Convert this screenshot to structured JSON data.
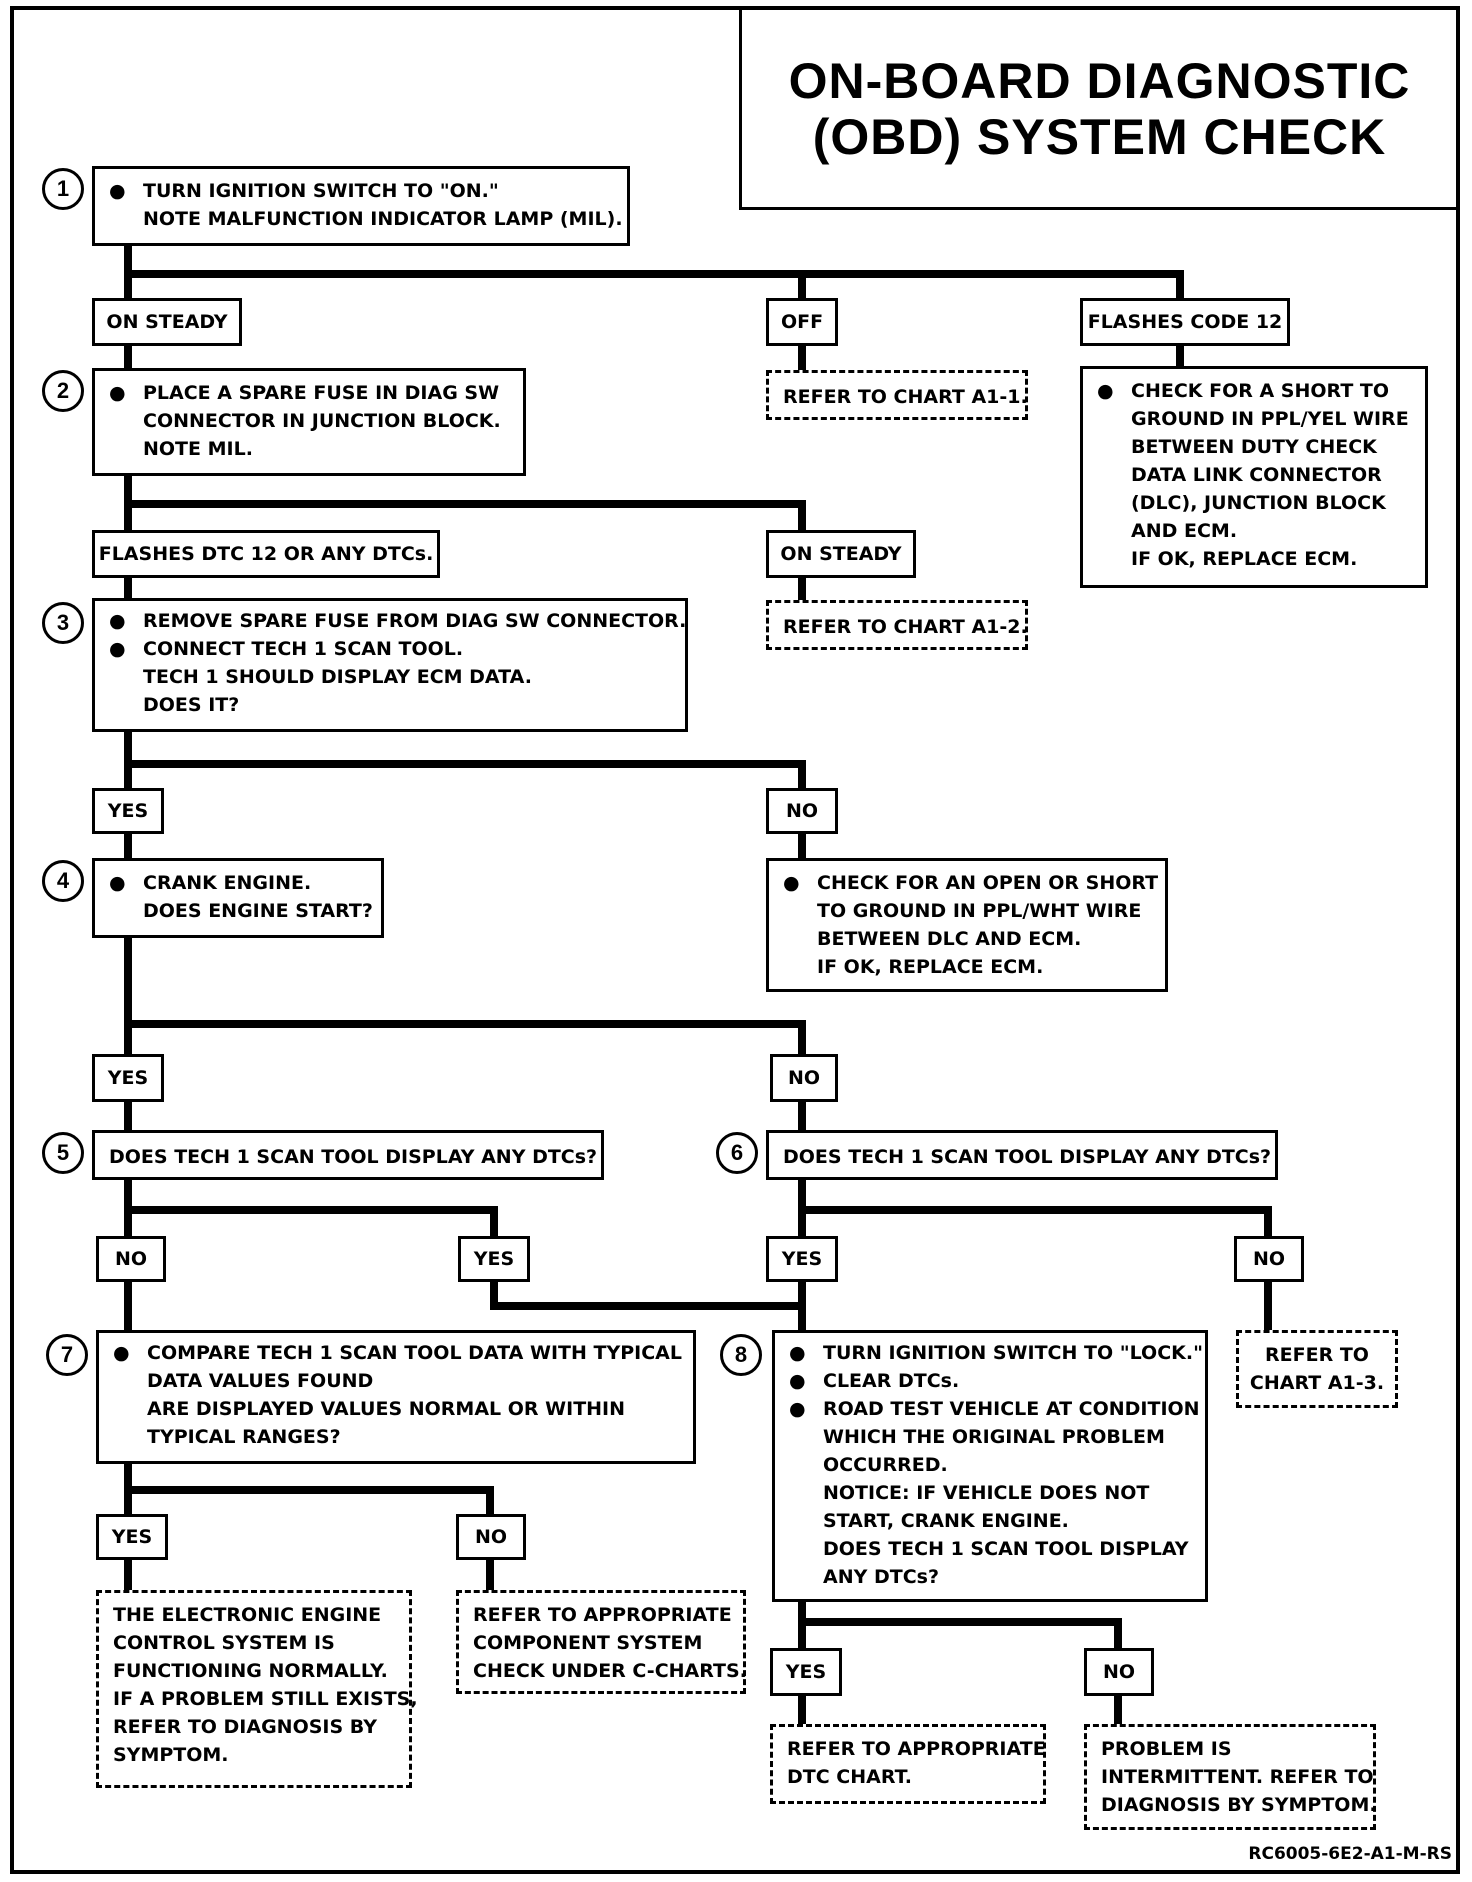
{
  "title": {
    "line1": "ON-BOARD DIAGNOSTIC",
    "line2": "(OBD) SYSTEM CHECK"
  },
  "steps": {
    "s1": {
      "num": "1",
      "lines": [
        "TURN IGNITION SWITCH TO \"ON.\"",
        "NOTE MALFUNCTION INDICATOR LAMP (MIL)."
      ]
    },
    "s2": {
      "num": "2",
      "lines": [
        "PLACE A SPARE FUSE IN DIAG SW",
        "CONNECTOR IN JUNCTION BLOCK.",
        "NOTE MIL."
      ]
    },
    "s3": {
      "num": "3",
      "lines": [
        "REMOVE SPARE FUSE FROM DIAG SW CONNECTOR.",
        "CONNECT TECH 1 SCAN TOOL.",
        "TECH 1 SHOULD DISPLAY ECM DATA.",
        "DOES IT?"
      ]
    },
    "s4": {
      "num": "4",
      "lines": [
        "CRANK ENGINE.",
        "DOES ENGINE START?"
      ]
    },
    "s5": {
      "num": "5",
      "text": "DOES TECH 1 SCAN TOOL DISPLAY ANY DTCs?"
    },
    "s6": {
      "num": "6",
      "text": "DOES TECH 1 SCAN TOOL DISPLAY ANY DTCs?"
    },
    "s7": {
      "num": "7",
      "lines": [
        "COMPARE TECH 1 SCAN TOOL DATA WITH TYPICAL",
        "DATA VALUES FOUND",
        "ARE DISPLAYED VALUES NORMAL OR WITHIN",
        "TYPICAL RANGES?"
      ]
    },
    "s8": {
      "num": "8",
      "lines": [
        "TURN IGNITION SWITCH TO \"LOCK.\"",
        "CLEAR DTCs.",
        "ROAD TEST VEHICLE AT CONDITION",
        "WHICH THE ORIGINAL PROBLEM",
        "OCCURRED.",
        "NOTICE:  IF VEHICLE DOES NOT",
        "START, CRANK ENGINE.",
        "DOES TECH 1 SCAN TOOL DISPLAY",
        "ANY DTCs?"
      ]
    }
  },
  "branches": {
    "on_steady_1": "ON STEADY",
    "off": "OFF",
    "flashes_code_12": "FLASHES CODE 12",
    "flashes_dtc": "FLASHES DTC 12 OR ANY DTCs.",
    "on_steady_2": "ON STEADY",
    "yes_3": "YES",
    "no_3": "NO",
    "yes_4": "YES",
    "no_4": "NO",
    "no_5": "NO",
    "yes_5": "YES",
    "yes_6": "YES",
    "no_6": "NO",
    "yes_7": "YES",
    "no_7": "NO",
    "yes_8": "YES",
    "no_8": "NO"
  },
  "results": {
    "chart_a1_1": "REFER TO CHART A1-1.",
    "short_ppl_yel": [
      "CHECK FOR A SHORT TO",
      "GROUND IN PPL/YEL WIRE",
      "BETWEEN DUTY CHECK",
      "DATA LINK CONNECTOR",
      "(DLC), JUNCTION BLOCK",
      "AND ECM.",
      "IF OK, REPLACE ECM."
    ],
    "chart_a1_2": "REFER TO CHART A1-2.",
    "open_ppl_wht": [
      "CHECK FOR AN OPEN OR SHORT",
      "TO GROUND IN PPL/WHT WIRE",
      "BETWEEN DLC AND ECM.",
      "IF OK, REPLACE ECM."
    ],
    "chart_a1_3": [
      "REFER TO",
      "CHART A1-3."
    ],
    "functioning_normally": [
      "THE ELECTRONIC ENGINE",
      "CONTROL SYSTEM IS",
      "FUNCTIONING NORMALLY.",
      "IF A PROBLEM STILL EXISTS,",
      "REFER TO DIAGNOSIS BY",
      "SYMPTOM."
    ],
    "component_check": [
      "REFER TO APPROPRIATE",
      "COMPONENT SYSTEM",
      "CHECK UNDER C-CHARTS."
    ],
    "dtc_chart": [
      "REFER TO APPROPRIATE",
      "DTC CHART."
    ],
    "intermittent": [
      "PROBLEM IS",
      "INTERMITTENT. REFER TO",
      "DIAGNOSIS BY SYMPTOM."
    ]
  },
  "figure_code": "RC6005-6E2-A1-M-RS"
}
